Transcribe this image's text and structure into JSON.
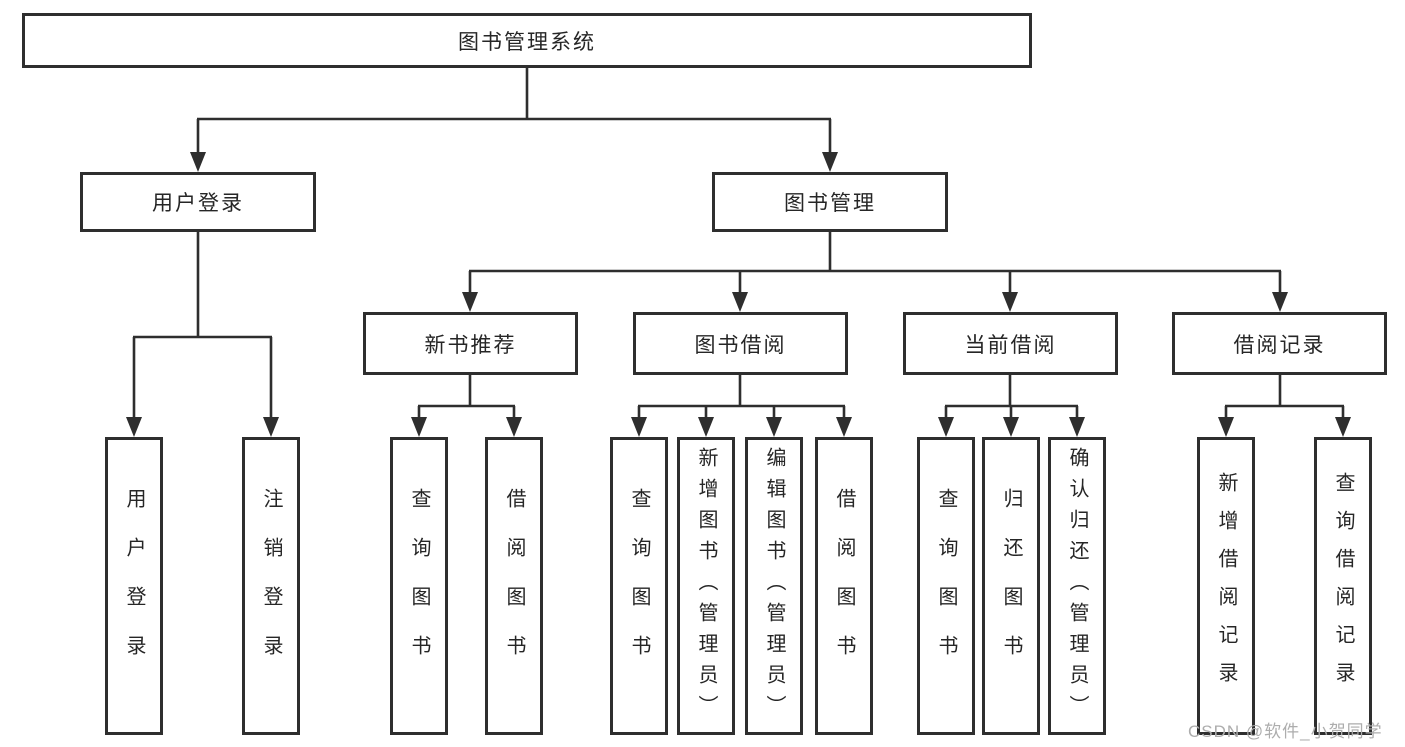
{
  "colors": {
    "line": "#2e2e2e",
    "ink": "#262626",
    "bg": "#ffffff",
    "watermark": "#adadad"
  },
  "tree": {
    "root": "图书管理系统",
    "user_login": {
      "label": "用户登录",
      "children": [
        "用户登录",
        "注销登录"
      ]
    },
    "book_mgmt": {
      "label": "图书管理",
      "sections": [
        {
          "label": "新书推荐",
          "children": [
            "查询图书",
            "借阅图书"
          ]
        },
        {
          "label": "图书借阅",
          "children": [
            "查询图书",
            "新增图书（管理员）",
            "编辑图书（管理员）",
            "借阅图书"
          ]
        },
        {
          "label": "当前借阅",
          "children": [
            "查询图书",
            "归还图书",
            "确认归还（管理员）"
          ]
        },
        {
          "label": "借阅记录",
          "children": [
            "新增借阅记录",
            "查询借阅记录"
          ]
        }
      ]
    }
  },
  "watermark": "CSDN @软件_小贺同学"
}
